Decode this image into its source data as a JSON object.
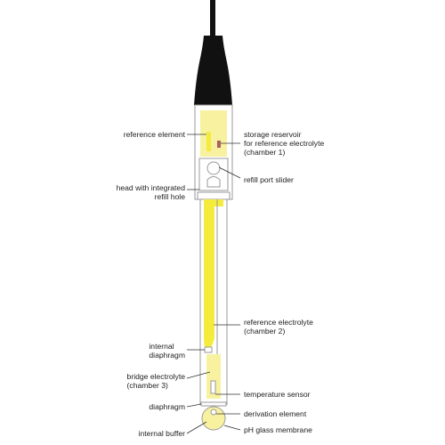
{
  "diagram": {
    "colors": {
      "electrolyte": "#f4ec3c",
      "electrolyte_light": "#f8f2a0",
      "cap": "#111111",
      "outline": "#9a9a9a",
      "leader": "#333333",
      "chamber1_strip": "#a86060",
      "background": "#ffffff"
    },
    "labels": {
      "reference_element": "reference element",
      "storage_reservoir_line1": "storage reservoir",
      "storage_reservoir_line2": "for reference electrolyte",
      "storage_reservoir_line3": "(chamber 1)",
      "refill_port_slider": "refill port slider",
      "head_line1": "head with integrated",
      "head_line2": "refill hole",
      "reference_electrolyte_line1": "reference electrolyte",
      "reference_electrolyte_line2": "(chamber 2)",
      "internal_diaphragm_line1": "internal",
      "internal_diaphragm_line2": "diaphragm",
      "bridge_electrolyte_line1": "bridge electrolyte",
      "bridge_electrolyte_line2": "(chamber 3)",
      "temperature_sensor": "temperature sensor",
      "diaphragm": "diaphragm",
      "derivation_element": "derivation element",
      "internal_buffer": "internal buffer",
      "ph_glass_membrane": "pH glass membrane"
    }
  }
}
